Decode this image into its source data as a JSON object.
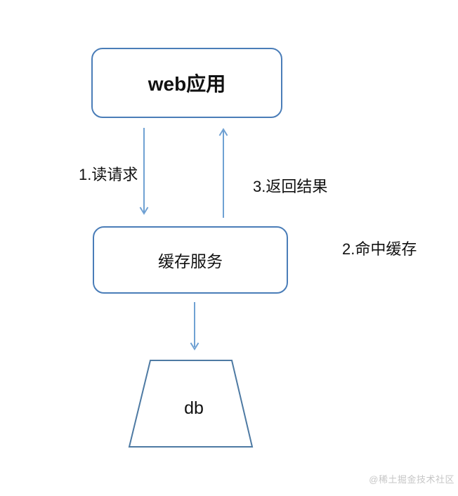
{
  "diagram": {
    "nodes": {
      "web_app": {
        "label": "web应用"
      },
      "cache_service": {
        "label": "缓存服务"
      },
      "db": {
        "label": "db"
      }
    },
    "steps": [
      {
        "label": "1.读请求",
        "from": "web_app",
        "to": "cache_service",
        "arrow": "down"
      },
      {
        "label": "2.命中缓存",
        "from": "cache_service",
        "to": "cache_service",
        "arrow": "none"
      },
      {
        "label": "3.返回结果",
        "from": "cache_service",
        "to": "web_app",
        "arrow": "up"
      }
    ],
    "colors": {
      "box_border": "#4a7db8",
      "arrow": "#6fa1d3",
      "shape_border": "#4e7aa3",
      "text": "#111111",
      "watermark": "#c6c6c6"
    }
  },
  "watermark": {
    "text": "@稀土掘金技术社区"
  }
}
